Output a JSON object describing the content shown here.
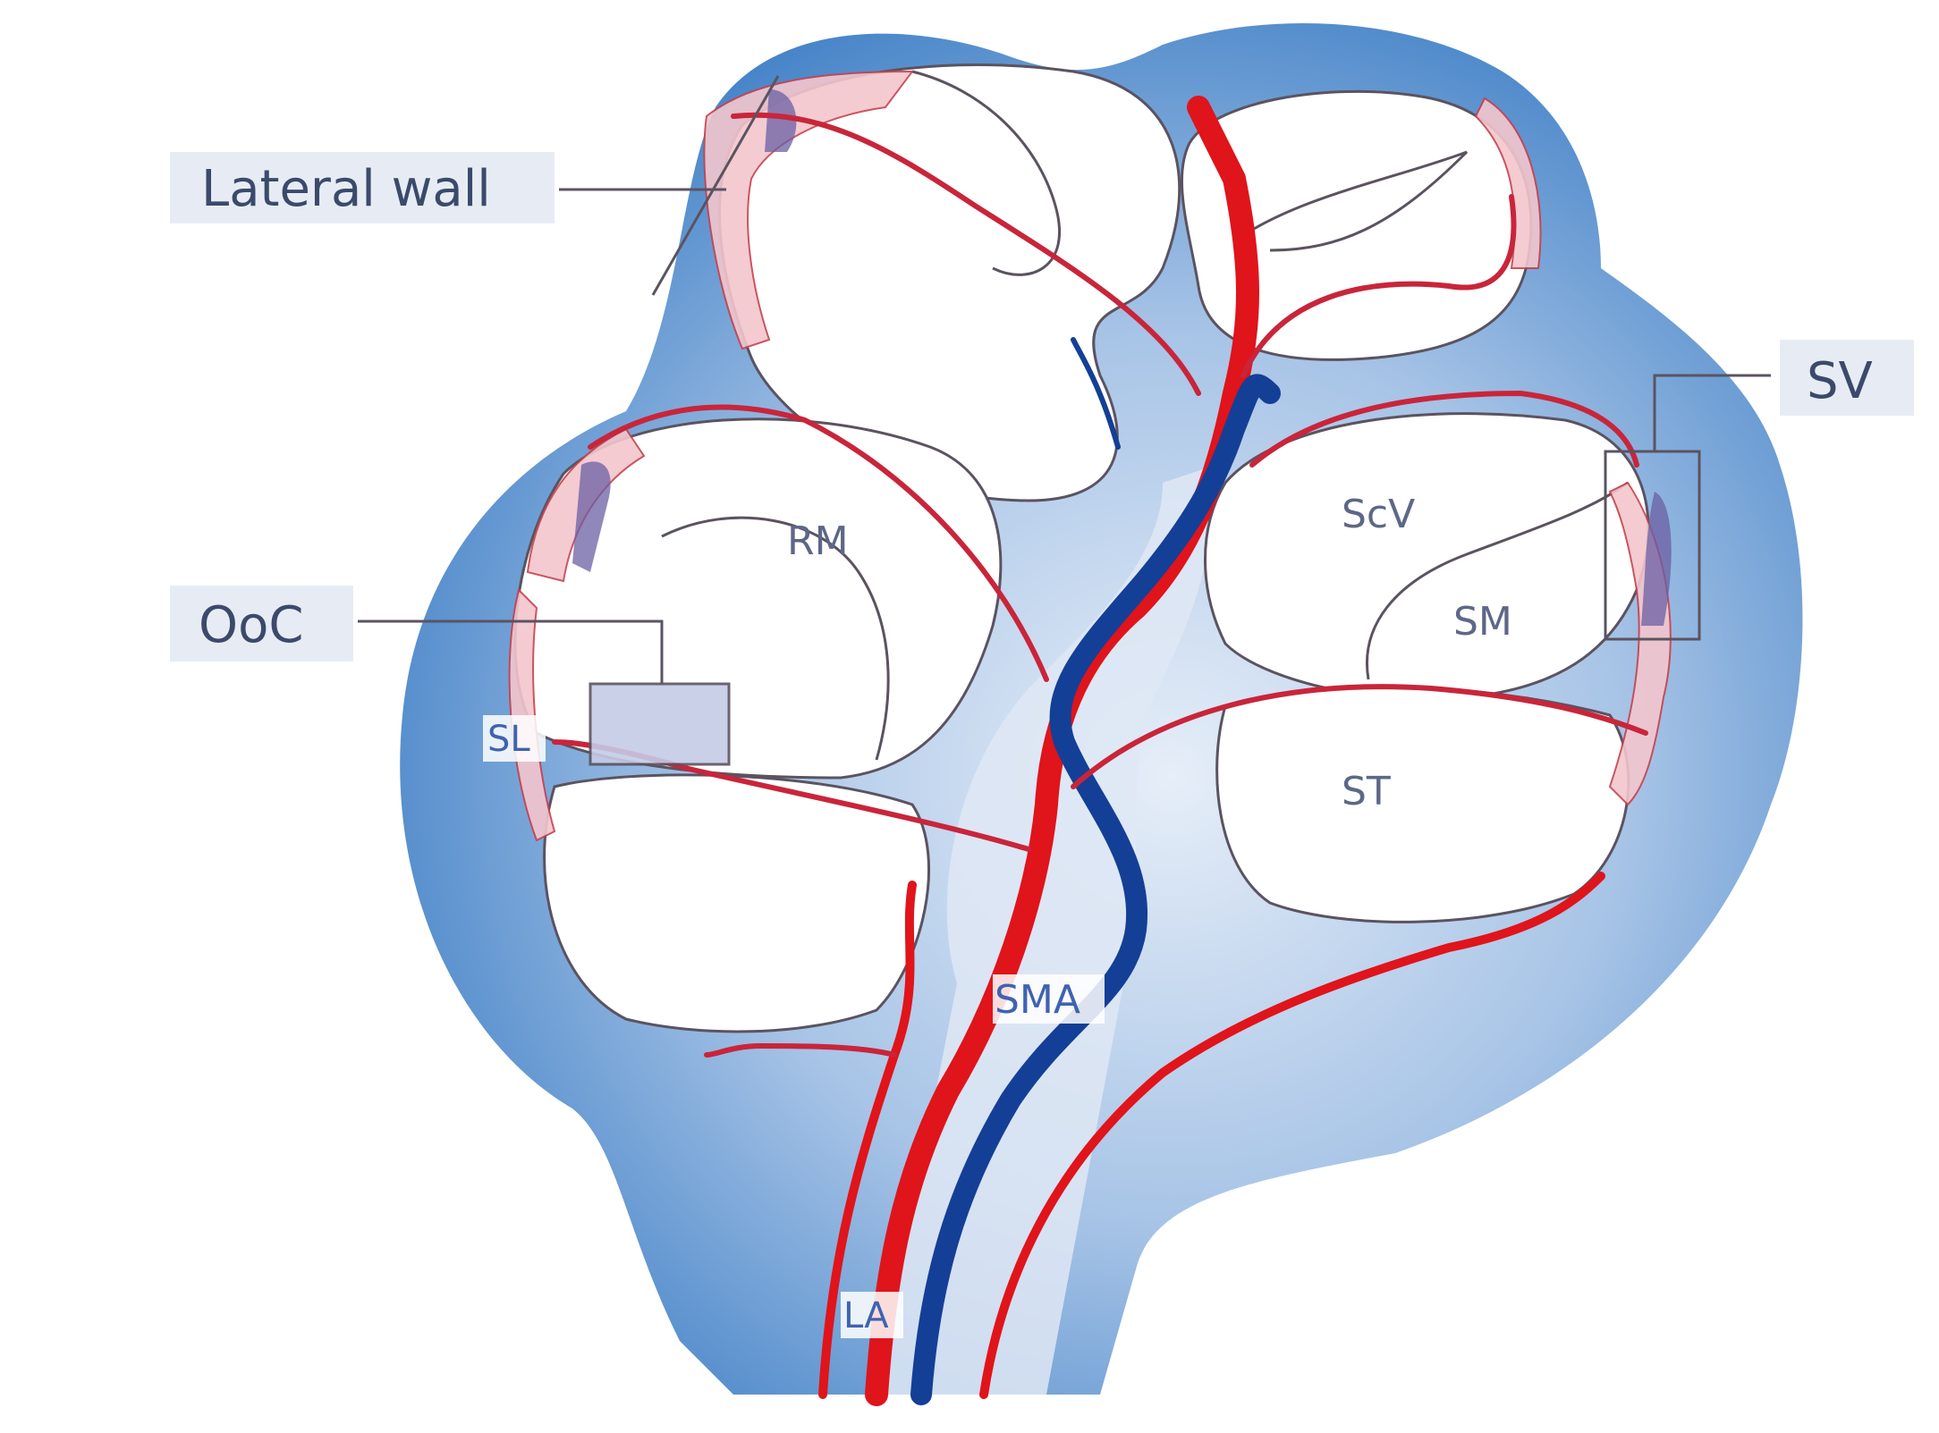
{
  "callouts": {
    "lateral_wall": "Lateral wall",
    "sv": "SV",
    "ooc": "OoC"
  },
  "regions": {
    "rm": "RM",
    "scv": "ScV",
    "sm": "SM",
    "st": "ST",
    "sl": "SL",
    "sma": "SMA",
    "la": "LA"
  },
  "colors": {
    "bone": "#3f7fc4",
    "bone_light": "#a9c6e6",
    "artery": "#e0141b",
    "vein": "#143f96",
    "label_bg": "#e7ecf4",
    "label_text": "#3b4a6b",
    "outline": "#5b5360"
  }
}
